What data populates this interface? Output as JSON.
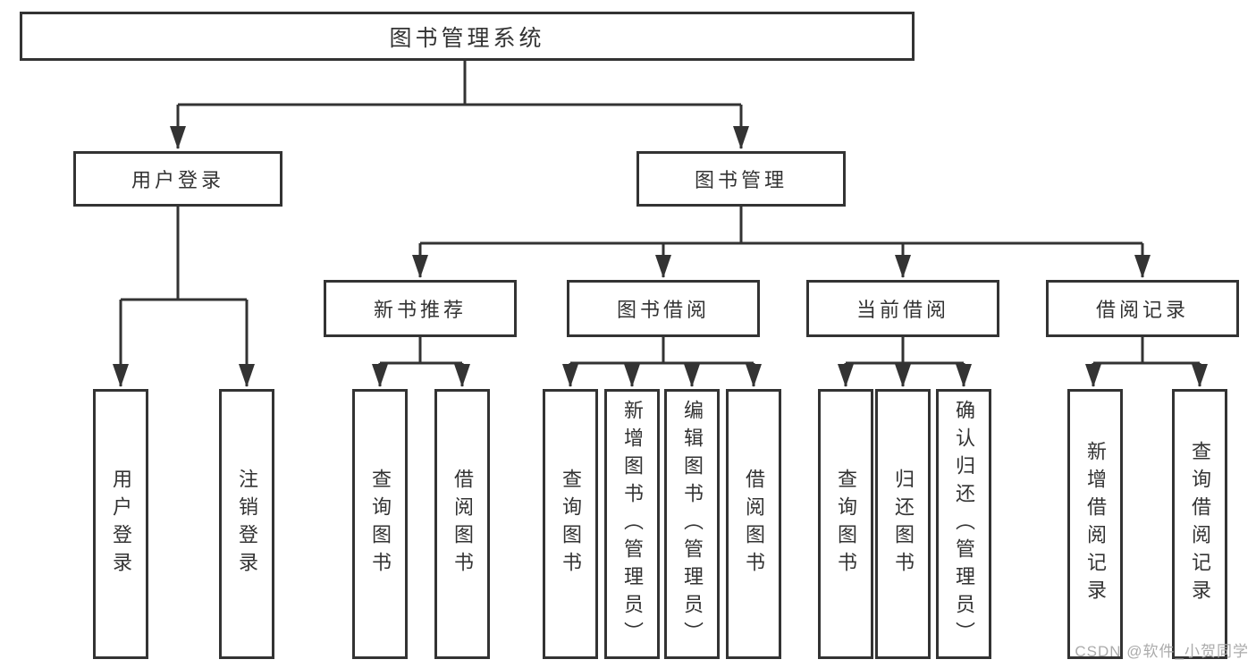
{
  "tree": {
    "root": "图书管理系统",
    "children": [
      {
        "label": "用户登录",
        "children": [
          "用户登录",
          "注销登录"
        ]
      },
      {
        "label": "图书管理",
        "children": [
          {
            "label": "新书推荐",
            "children": [
              "查询图书",
              "借阅图书"
            ]
          },
          {
            "label": "图书借阅",
            "children": [
              "查询图书",
              "新增图书（管理员）",
              "编辑图书（管理员）",
              "借阅图书"
            ]
          },
          {
            "label": "当前借阅",
            "children": [
              "查询图书",
              "归还图书",
              "确认归还（管理员）"
            ]
          },
          {
            "label": "借阅记录",
            "children": [
              "新增借阅记录",
              "查询借阅记录"
            ]
          }
        ]
      }
    ]
  },
  "watermark": {
    "text": "CSDN @软件_小贺同学"
  },
  "colors": {
    "line": "#333333",
    "border": "#333333",
    "text": "#333333",
    "background": "#ffffff",
    "watermark": "#ababab"
  }
}
